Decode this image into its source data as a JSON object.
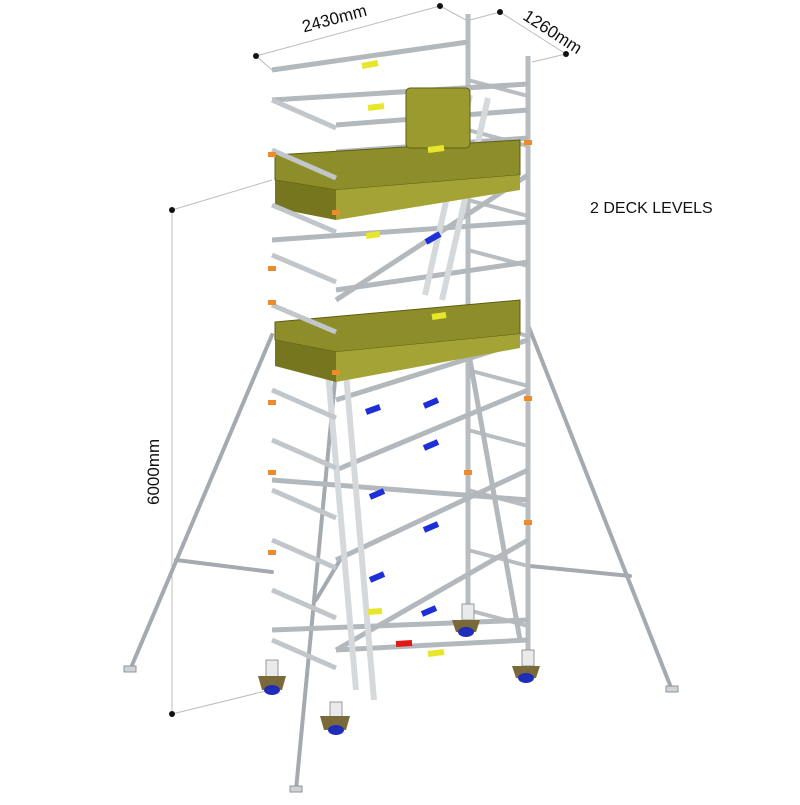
{
  "diagram": {
    "subject": "Mobile aluminium scaffold tower with stabiliser outriggers",
    "title": "2 DECK LEVELS",
    "dimensions": {
      "length": "2430mm",
      "width": "1260mm",
      "height": "6000mm"
    },
    "colors": {
      "frame": "#c4c8cc",
      "frame_dark": "#8e959b",
      "deck": "#9a9a2e",
      "deck_dark": "#6f6f1c",
      "clip_yellow": "#e8e62a",
      "clip_blue": "#1e2fd8",
      "clip_orange": "#f08a2a",
      "clip_red": "#e01818",
      "castor_plate": "#7a6a3a",
      "castor_wheel": "#1f2db8",
      "dimension_line": "#bbbbbb"
    }
  }
}
